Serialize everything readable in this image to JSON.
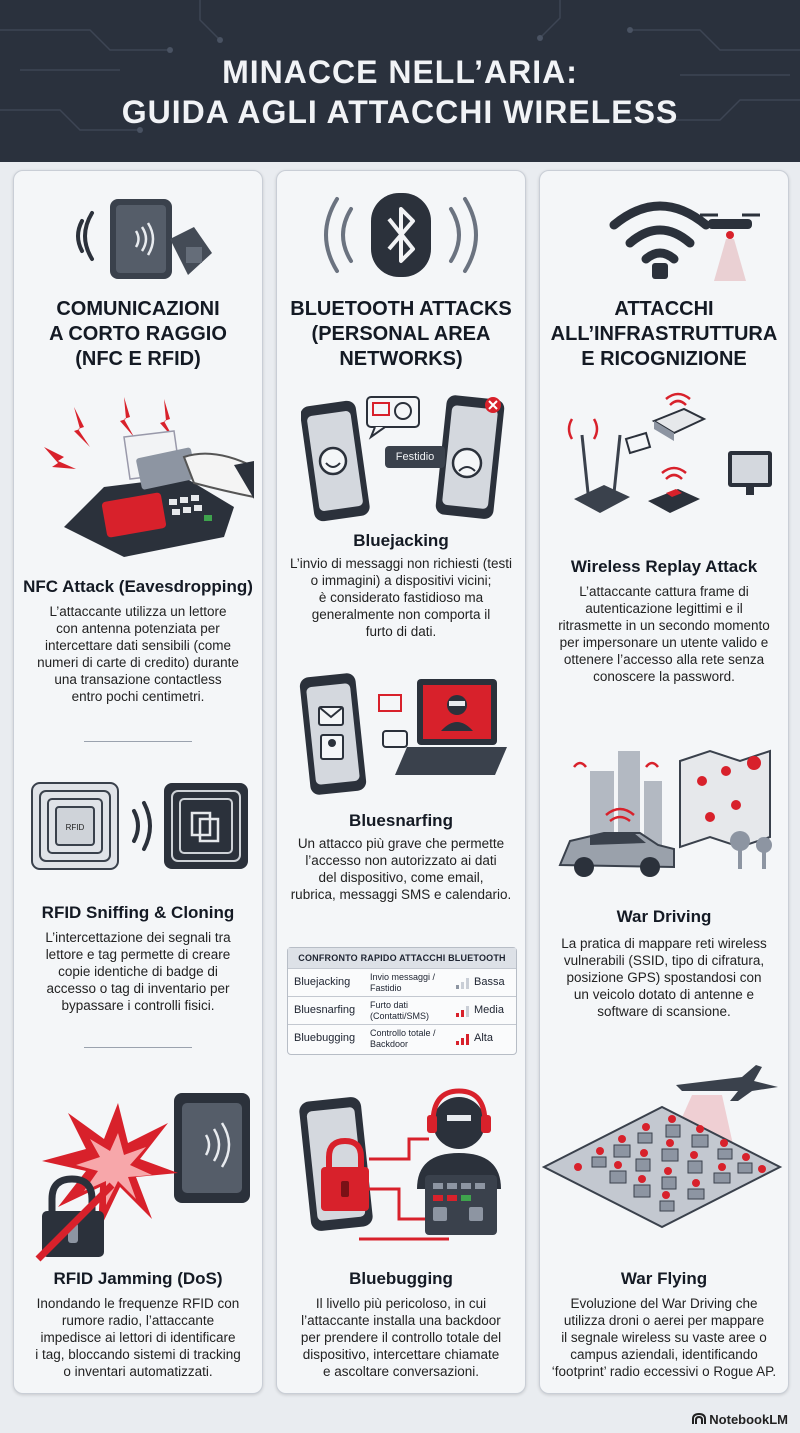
{
  "title": {
    "line1": "MINACCE NELL’ARIA:",
    "line2": "GUIDA AGLI ATTACCHI WIRELESS"
  },
  "columns": [
    {
      "heading": [
        "COMUNICAZIONI",
        "A CORTO RAGGIO",
        "(NFC E RFID)"
      ],
      "sections": [
        {
          "title": "NFC Attack (Eavesdropping)",
          "lines": [
            "L’attaccante utilizza un lettore",
            "con antenna potenziata per",
            "intercettare dati sensibili (come",
            "numeri di carte di credito) durante",
            "una transazione contactless",
            "entro pochi centimetri."
          ]
        },
        {
          "title": "RFID Sniffing & Cloning",
          "lines": [
            "L’intercettazione dei segnali tra",
            "lettore e tag permette di creare",
            "copie identiche di badge di",
            "accesso o tag di inventario per",
            "bypassare i controlli fisici."
          ],
          "tag_label": "RFID"
        },
        {
          "title": "RFID Jamming (DoS)",
          "lines": [
            "Inondando le frequenze RFID con",
            "rumore radio, l’attaccante",
            "impedisce ai lettori di identificare",
            "i tag, bloccando sistemi di tracking",
            "o inventari automatizzati."
          ]
        }
      ]
    },
    {
      "heading": [
        "BLUETOOTH ATTACKS",
        "(PERSONAL AREA",
        "NETWORKS)"
      ],
      "sections": [
        {
          "title": "Bluejacking",
          "lines": [
            "L’invio di messaggi non richiesti (testi",
            "o immagini) a dispositivi vicini;",
            "è considerato fastidioso ma",
            "generalmente non comporta il",
            "furto di dati."
          ],
          "bubble": "Festidio"
        },
        {
          "title": "Bluesnarfing",
          "lines": [
            "Un attacco più grave che permette",
            "l’accesso non autorizzato ai dati",
            "del dispositivo, come email,",
            "rubrica, messaggi SMS e calendario."
          ]
        },
        {
          "title": "Bluebugging",
          "lines": [
            "Il livello più pericoloso, in cui",
            "l’attaccante installa una backdoor",
            "per prendere il controllo totale del",
            "dispositivo, intercettare chiamate",
            "e ascoltare conversazioni."
          ]
        }
      ],
      "table": {
        "title": "CONFRONTO RAPIDO ATTACCHI BLUETOOTH",
        "rows": [
          {
            "name": "Bluejacking",
            "desc1": "Invio messaggi /",
            "desc2": "Fastidio",
            "level": "Bassa"
          },
          {
            "name": "Bluesnarfing",
            "desc1": "Furto dati",
            "desc2": "(Contatti/SMS)",
            "level": "Media"
          },
          {
            "name": "Bluebugging",
            "desc1": "Controllo totale /",
            "desc2": "Backdoor",
            "level": "Alta"
          }
        ]
      }
    },
    {
      "heading": [
        "ATTACCHI",
        "ALL’INFRASTRUTTURA",
        "E RICOGNIZIONE"
      ],
      "sections": [
        {
          "title": "Wireless Replay Attack",
          "lines": [
            "L’attaccante cattura frame di",
            "autenticazione legittimi e il",
            "ritrasmette in un secondo momento",
            "per impersonare un utente valido e",
            "ottenere l’accesso alla rete senza",
            "conoscere la password."
          ]
        },
        {
          "title": "War Driving",
          "lines": [
            "La pratica di mappare reti wireless",
            "vulnerabili (SSID, tipo di cifratura,",
            "posizione GPS) spostandosi con",
            "un veicolo dotato di antenne e",
            "software di scansione."
          ]
        },
        {
          "title": "War Flying",
          "lines": [
            "Evoluzione del War Driving che",
            "utilizza droni o aerei per mappare",
            "il segnale wireless su vaste aree o",
            "campus aziendali, identificando",
            "‘footprint’ radio eccessivi o Rogue AP."
          ]
        }
      ]
    }
  ],
  "footer": {
    "brand": "NotebookLM"
  },
  "colors": {
    "header_bg": "#2a313d",
    "accent_red": "#d8212b",
    "panel_bg": "#f4f6f8"
  }
}
